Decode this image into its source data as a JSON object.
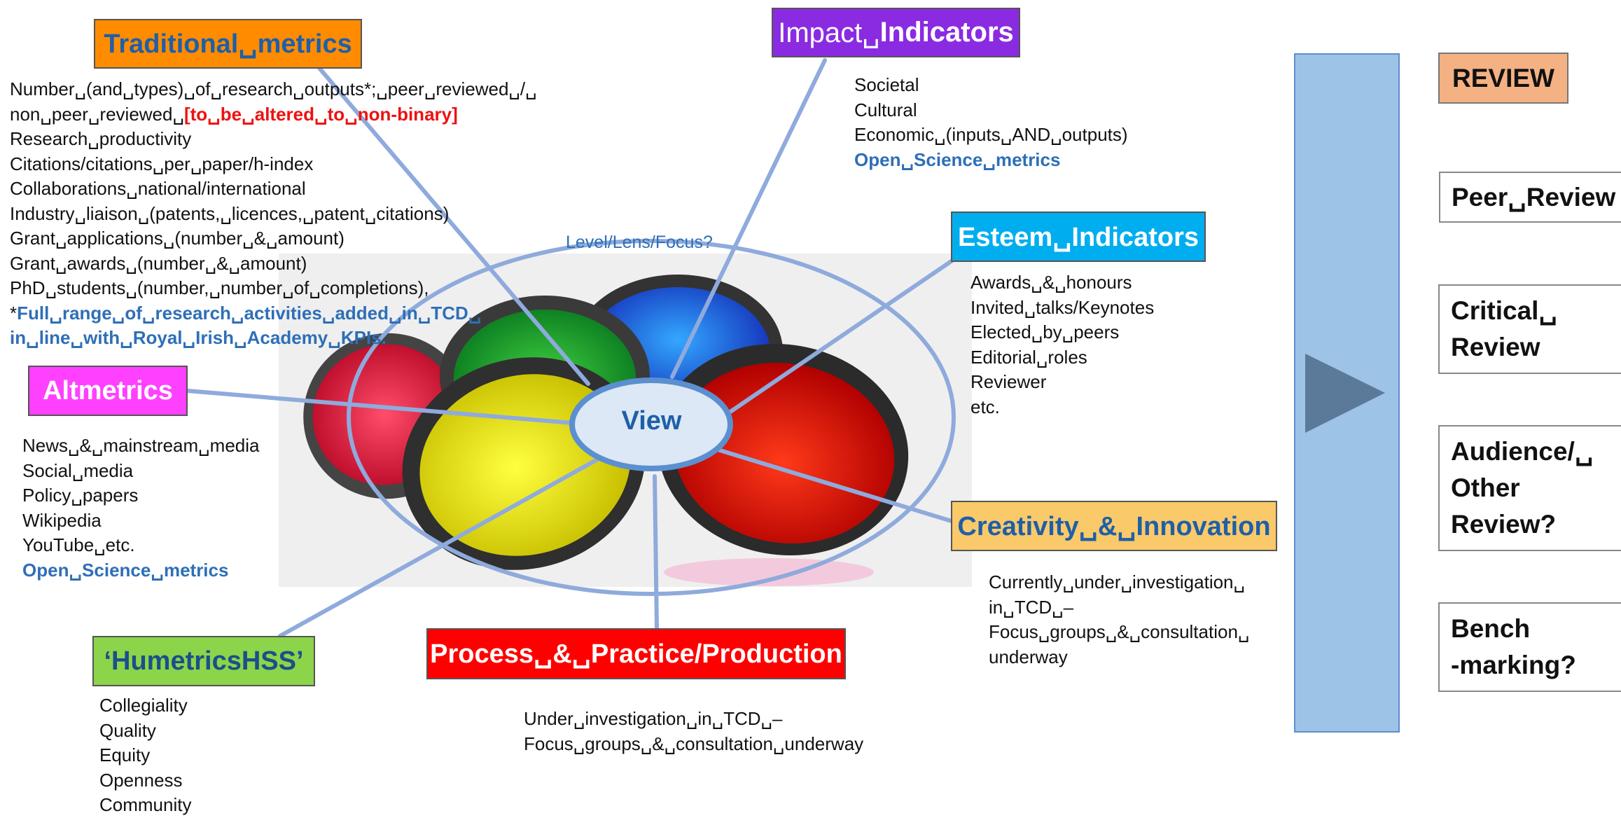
{
  "center": {
    "label": "View",
    "lens_label": "Level/Lens/Focus?"
  },
  "traditional": {
    "title": "Traditional␣metrics",
    "lines": [
      "Number␣(and␣types)␣of␣research␣outputs*;␣peer␣reviewed␣/␣",
      "non␣peer␣reviewed␣",
      "Research␣productivity",
      "Citations/citations␣per␣paper/h-index",
      "Collaborations␣national/international",
      "Industry␣liaison␣(patents,␣licences,␣patent␣citations)",
      "Grant␣applications␣(number␣&␣amount)",
      "Grant␣awards␣(number␣&␣amount)",
      "PhD␣students␣(number,␣number␣of␣completions),"
    ],
    "red_note": "[to␣be␣altered␣to␣non-binary]",
    "star_prefix": "*",
    "blue_note_1": "Full␣range␣of␣research␣activities␣added␣in␣TCD␣",
    "blue_note_2": "in␣line␣with␣Royal␣Irish␣Academy␣KPIs."
  },
  "impact": {
    "title_plain": "Impact␣",
    "title_bold": "Indicators",
    "lines": [
      "Societal",
      "Cultural",
      "Economic␣(inputs␣AND␣outputs)"
    ],
    "blue_line": "Open␣Science␣metrics"
  },
  "esteem": {
    "title": "Esteem␣Indicators",
    "lines": [
      "Awards␣&␣honours",
      "Invited␣talks/Keynotes",
      "Elected␣by␣peers",
      "Editorial␣roles",
      "Reviewer",
      "etc."
    ]
  },
  "altmetrics": {
    "title": "Altmetrics",
    "lines": [
      "News␣&␣mainstream␣media",
      "Social␣media",
      "Policy␣papers",
      "Wikipedia",
      "YouTube␣etc."
    ],
    "blue_line": "Open␣Science␣metrics"
  },
  "creativity": {
    "title": "Creativity␣&␣Innovation",
    "lines": [
      "Currently␣under␣investigation␣",
      "in␣TCD␣–",
      "Focus␣groups␣&␣consultation␣",
      "underway"
    ]
  },
  "humetrics": {
    "title": "‘HumetricsHSS’",
    "lines": [
      "Collegiality",
      "Quality",
      "Equity",
      "Openness",
      "Community"
    ]
  },
  "process": {
    "title": "Process␣&␣Practice/Production",
    "lines": [
      "Under␣investigation␣in␣TCD␣–",
      "Focus␣groups␣&␣consultation␣underway"
    ]
  },
  "review": {
    "header": "REVIEW",
    "items": [
      [
        "Peer␣Review"
      ],
      [
        "Critical␣",
        "Review"
      ],
      [
        "Audience/␣",
        "Other",
        "Review?"
      ],
      [
        "Bench",
        "-marking?"
      ]
    ]
  },
  "colors": {
    "spoke": "#8faadc",
    "panel": "#9dc3e6",
    "arrow": "#5b7a99",
    "blue_text": "#2e6fb7"
  }
}
